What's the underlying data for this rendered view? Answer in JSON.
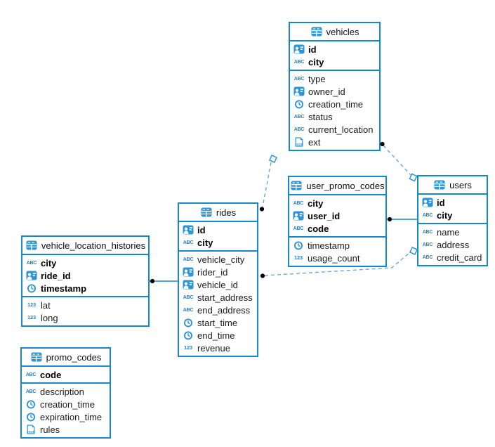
{
  "colors": {
    "table_border": "#1688c9",
    "icon_blue": "#2d96d5",
    "dashed_relation_line": "#66aadc",
    "solid_relation_line": "#1688c9",
    "endpoint_dot": "#000000",
    "text": "#111111"
  },
  "icons": {
    "table": "table-grid",
    "id": "person-id-card",
    "text": "ABC",
    "time": "clock",
    "number": "123",
    "json": "JSON"
  },
  "tables": [
    {
      "name": "vehicles",
      "columns": [
        {
          "name": "id",
          "type": "id",
          "pk": true
        },
        {
          "name": "city",
          "type": "text",
          "pk": true
        },
        {
          "name": "type",
          "type": "text",
          "pk": false
        },
        {
          "name": "owner_id",
          "type": "id",
          "pk": false
        },
        {
          "name": "creation_time",
          "type": "time",
          "pk": false
        },
        {
          "name": "status",
          "type": "text",
          "pk": false
        },
        {
          "name": "current_location",
          "type": "text",
          "pk": false
        },
        {
          "name": "ext",
          "type": "json",
          "pk": false
        }
      ]
    },
    {
      "name": "user_promo_codes",
      "columns": [
        {
          "name": "city",
          "type": "text",
          "pk": true
        },
        {
          "name": "user_id",
          "type": "id",
          "pk": true
        },
        {
          "name": "code",
          "type": "text",
          "pk": true
        },
        {
          "name": "timestamp",
          "type": "time",
          "pk": false
        },
        {
          "name": "usage_count",
          "type": "number",
          "pk": false
        }
      ]
    },
    {
      "name": "users",
      "columns": [
        {
          "name": "id",
          "type": "id",
          "pk": true
        },
        {
          "name": "city",
          "type": "text",
          "pk": true
        },
        {
          "name": "name",
          "type": "text",
          "pk": false
        },
        {
          "name": "address",
          "type": "text",
          "pk": false
        },
        {
          "name": "credit_card",
          "type": "text",
          "pk": false
        }
      ]
    },
    {
      "name": "rides",
      "columns": [
        {
          "name": "id",
          "type": "id",
          "pk": true
        },
        {
          "name": "city",
          "type": "text",
          "pk": true
        },
        {
          "name": "vehicle_city",
          "type": "text",
          "pk": false
        },
        {
          "name": "rider_id",
          "type": "id",
          "pk": false
        },
        {
          "name": "vehicle_id",
          "type": "id",
          "pk": false
        },
        {
          "name": "start_address",
          "type": "text",
          "pk": false
        },
        {
          "name": "end_address",
          "type": "text",
          "pk": false
        },
        {
          "name": "start_time",
          "type": "time",
          "pk": false
        },
        {
          "name": "end_time",
          "type": "time",
          "pk": false
        },
        {
          "name": "revenue",
          "type": "number",
          "pk": false
        }
      ]
    },
    {
      "name": "vehicle_location_histories",
      "columns": [
        {
          "name": "city",
          "type": "text",
          "pk": true
        },
        {
          "name": "ride_id",
          "type": "id",
          "pk": true
        },
        {
          "name": "timestamp",
          "type": "time",
          "pk": true
        },
        {
          "name": "lat",
          "type": "number",
          "pk": false
        },
        {
          "name": "long",
          "type": "number",
          "pk": false
        }
      ]
    },
    {
      "name": "promo_codes",
      "columns": [
        {
          "name": "code",
          "type": "text",
          "pk": true
        },
        {
          "name": "description",
          "type": "text",
          "pk": false
        },
        {
          "name": "creation_time",
          "type": "time",
          "pk": false
        },
        {
          "name": "expiration_time",
          "type": "time",
          "pk": false
        },
        {
          "name": "rules",
          "type": "json",
          "pk": false
        }
      ]
    }
  ],
  "relationships": [
    {
      "source": "rides",
      "target": "vehicles",
      "line": "dashed",
      "source_end": "dot",
      "target_end": "diamond"
    },
    {
      "source": "vehicles",
      "target": "users",
      "line": "dashed",
      "source_end": "dot",
      "target_end": "diamond"
    },
    {
      "source": "rides",
      "target": "users",
      "line": "dashed",
      "source_end": "dot",
      "target_end": "diamond"
    },
    {
      "source": "user_promo_codes",
      "target": "users",
      "line": "solid",
      "source_end": "dot",
      "target_end": "flush"
    },
    {
      "source": "vehicle_location_histories",
      "target": "rides",
      "line": "solid",
      "source_end": "dot",
      "target_end": "flush"
    }
  ]
}
